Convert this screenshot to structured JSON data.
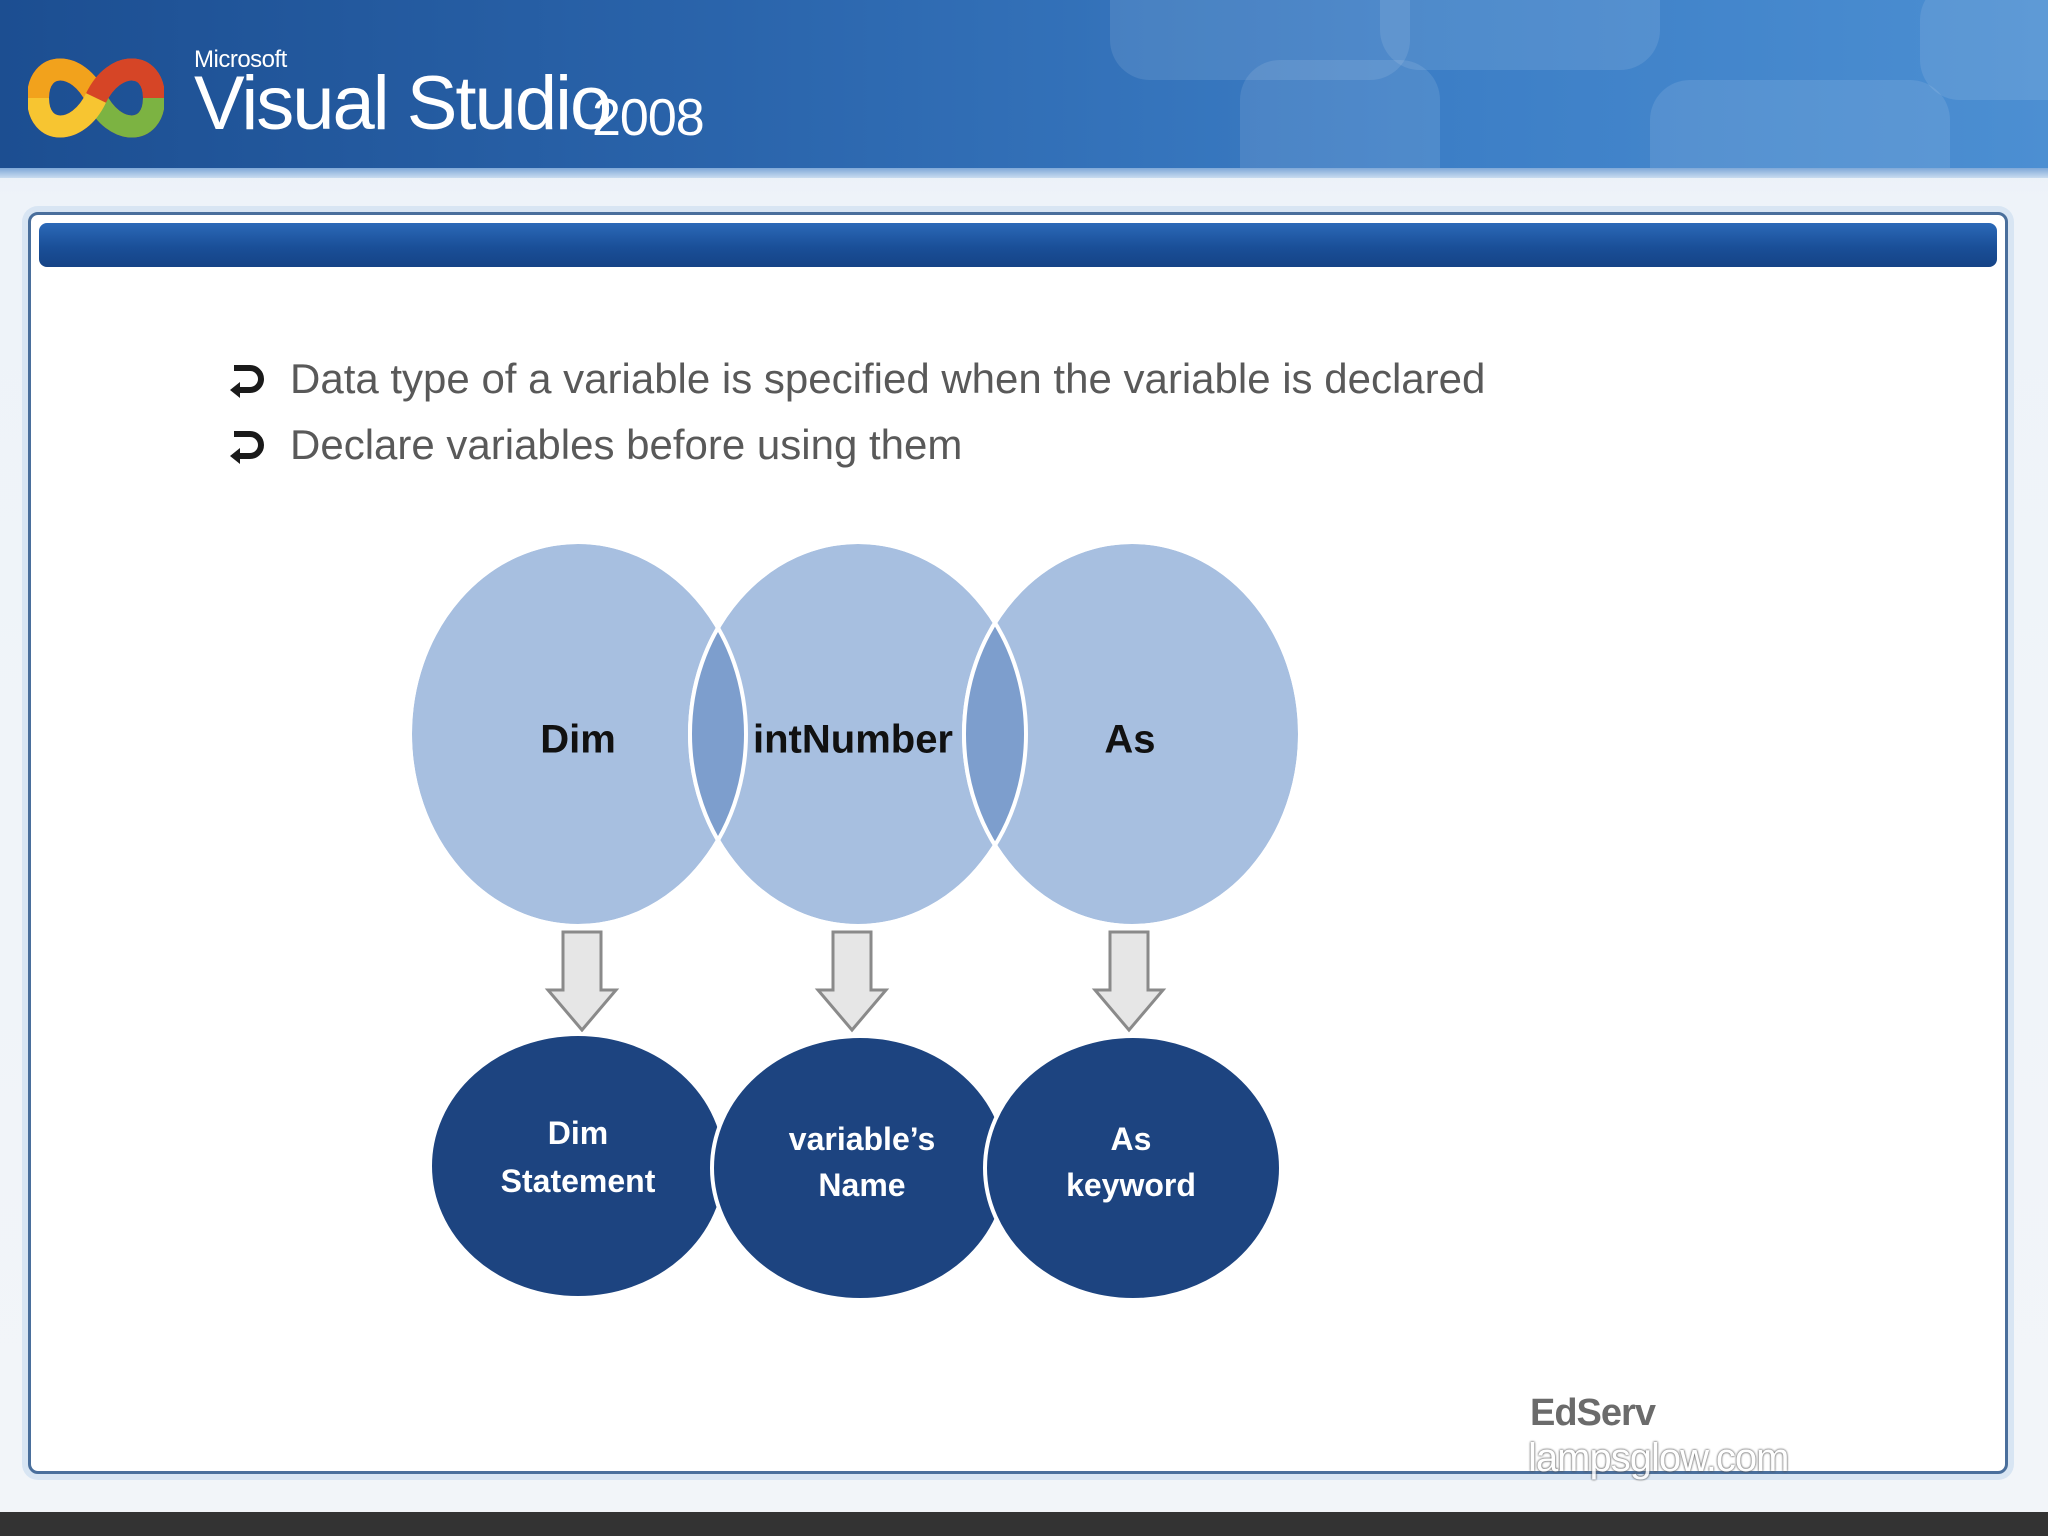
{
  "header": {
    "brand_small": "Microsoft",
    "brand_title": "Visual Studio",
    "brand_year": "2008"
  },
  "bullets": [
    "Data type of a variable is specified when the variable is declared",
    "Declare variables before using them"
  ],
  "diagram": {
    "top_circles": [
      "Dim",
      "intNumber",
      "As"
    ],
    "bottom_circles": [
      [
        "Dim",
        "Statement"
      ],
      [
        "variable’s",
        "Name"
      ],
      [
        "As",
        "keyword"
      ]
    ],
    "colors": {
      "top_fill": "#a7bfe0",
      "top_overlap": "#7d9ecd",
      "bottom_fill": "#1d4480",
      "arrow_fill": "#e6e6e6",
      "arrow_stroke": "#8a8a8a"
    }
  },
  "footer": {
    "logo_text": "EdServ",
    "watermark_text": "lampsglow.com"
  },
  "colors": {
    "banner": "#2a64ab",
    "title_bar": "#1a4f98",
    "bullet_text": "#595959"
  }
}
